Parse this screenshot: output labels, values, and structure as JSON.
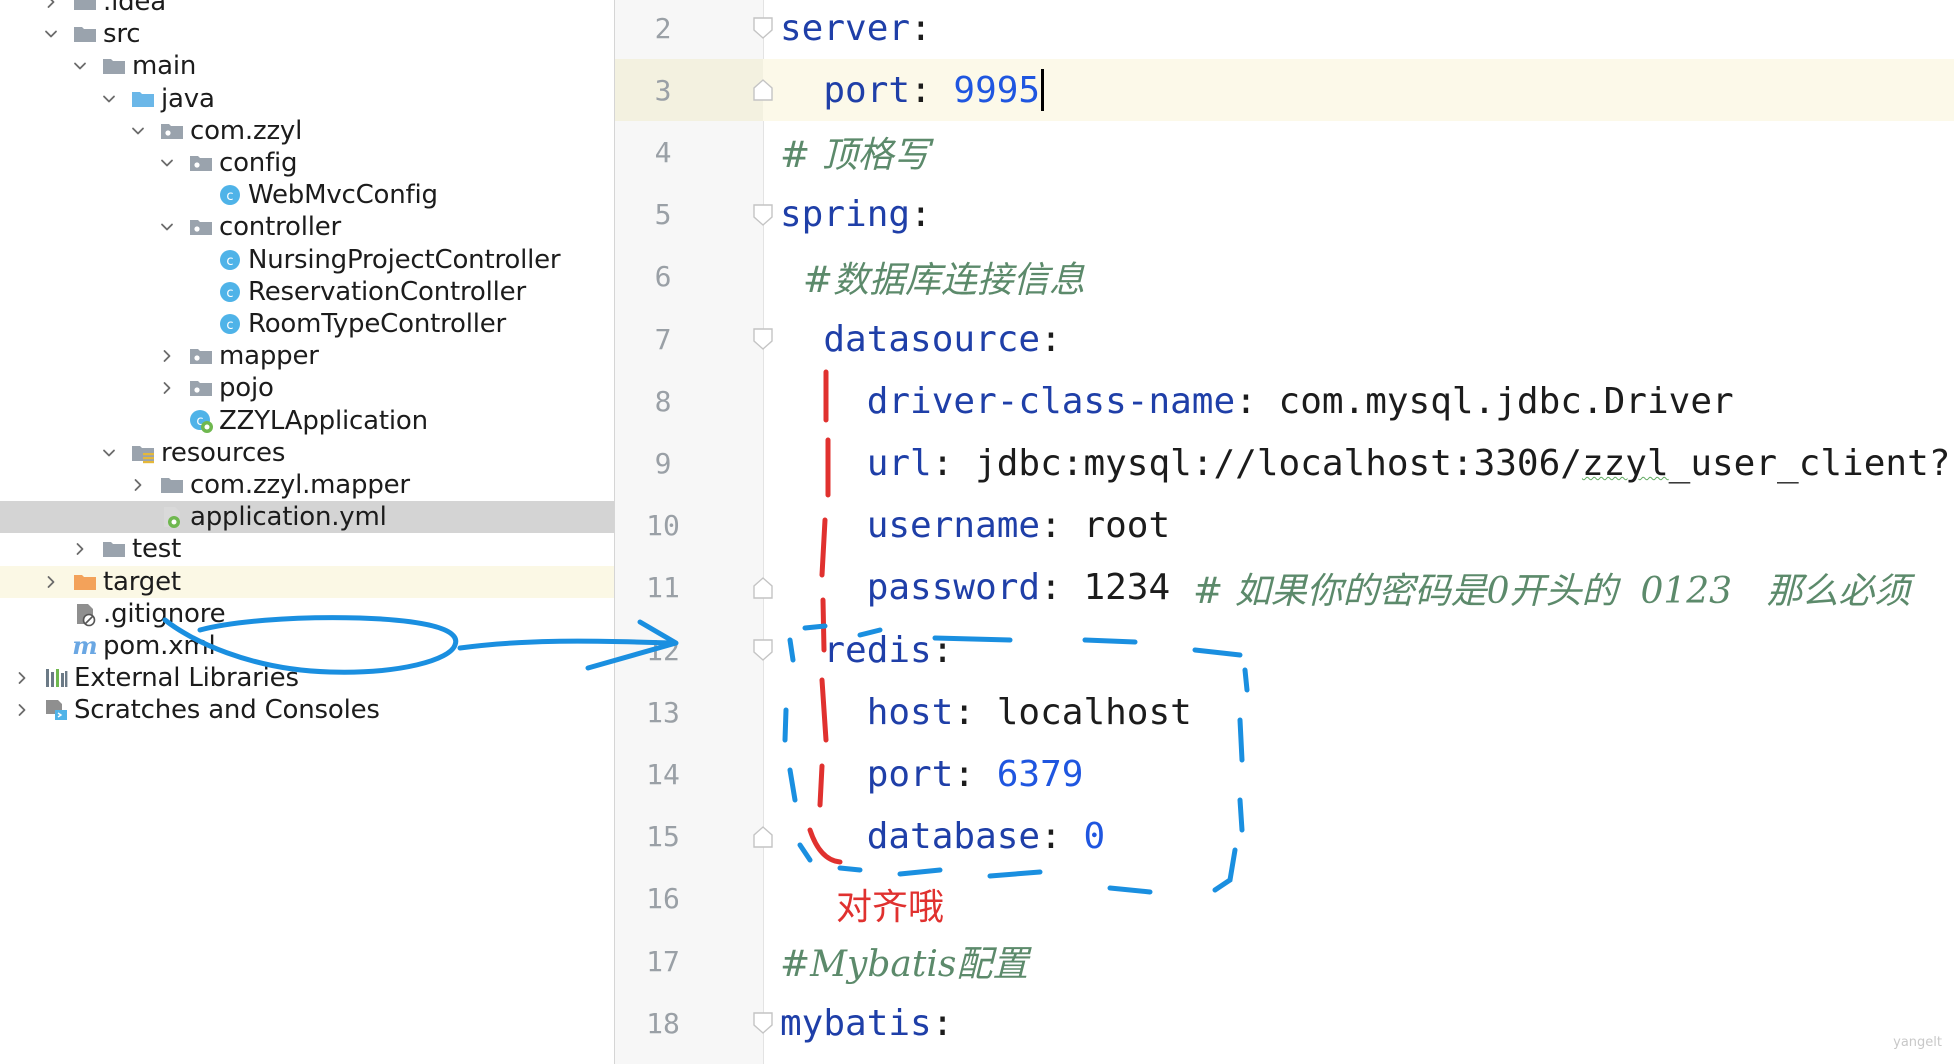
{
  "project_tree": {
    "items": [
      {
        "label": ".idea",
        "icon": "folder-icon",
        "chevron": "right"
      },
      {
        "label": "src",
        "icon": "folder-icon",
        "chevron": "down"
      },
      {
        "label": "main",
        "icon": "folder-icon",
        "chevron": "down"
      },
      {
        "label": "java",
        "icon": "source-folder-icon",
        "chevron": "down"
      },
      {
        "label": "com.zzyl",
        "icon": "package-icon",
        "chevron": "down"
      },
      {
        "label": "config",
        "icon": "package-icon",
        "chevron": "down"
      },
      {
        "label": "WebMvcConfig",
        "icon": "java-class-icon",
        "chevron": "none"
      },
      {
        "label": "controller",
        "icon": "package-icon",
        "chevron": "down"
      },
      {
        "label": "NursingProjectController",
        "icon": "java-class-icon",
        "chevron": "none"
      },
      {
        "label": "ReservationController",
        "icon": "java-class-icon",
        "chevron": "none"
      },
      {
        "label": "RoomTypeController",
        "icon": "java-class-icon",
        "chevron": "none"
      },
      {
        "label": "mapper",
        "icon": "package-icon",
        "chevron": "right"
      },
      {
        "label": "pojo",
        "icon": "package-icon",
        "chevron": "right"
      },
      {
        "label": "ZZYLApplication",
        "icon": "spring-boot-class-icon",
        "chevron": "none"
      },
      {
        "label": "resources",
        "icon": "resources-folder-icon",
        "chevron": "down"
      },
      {
        "label": "com.zzyl.mapper",
        "icon": "folder-icon",
        "chevron": "right"
      },
      {
        "label": "application.yml",
        "icon": "yaml-file-icon",
        "chevron": "none",
        "state": "selected"
      },
      {
        "label": "test",
        "icon": "folder-icon",
        "chevron": "right"
      },
      {
        "label": "target",
        "icon": "excluded-folder-icon",
        "chevron": "right",
        "state": "excluded"
      },
      {
        "label": ".gitignore",
        "icon": "gitignore-file-icon",
        "chevron": "none"
      },
      {
        "label": "pom.xml",
        "icon": "maven-icon",
        "chevron": "none"
      },
      {
        "label": "External Libraries",
        "icon": "libraries-icon",
        "chevron": "right"
      },
      {
        "label": "Scratches and Consoles",
        "icon": "scratches-icon",
        "chevron": "right"
      }
    ]
  },
  "editor": {
    "line_numbers": [
      "2",
      "3",
      "4",
      "5",
      "6",
      "7",
      "8",
      "9",
      "10",
      "11",
      "12",
      "13",
      "14",
      "15",
      "16",
      "17",
      "18"
    ],
    "lines": [
      [
        {
          "t": "server",
          "k": "key"
        },
        {
          "t": ":",
          "k": "punct"
        }
      ],
      [
        {
          "t": "  port",
          "k": "key"
        },
        {
          "t": ": ",
          "k": "punct"
        },
        {
          "t": "9995",
          "k": "num"
        },
        {
          "t": "",
          "k": "caret"
        }
      ],
      [
        {
          "t": "# 顶格写",
          "k": "comment"
        }
      ],
      [
        {
          "t": "spring",
          "k": "key"
        },
        {
          "t": ":",
          "k": "punct"
        }
      ],
      [
        {
          "t": "  #数据库连接信息",
          "k": "comment"
        }
      ],
      [
        {
          "t": "  datasource",
          "k": "key"
        },
        {
          "t": ":",
          "k": "punct"
        }
      ],
      [
        {
          "t": "    driver-class-name",
          "k": "key"
        },
        {
          "t": ": ",
          "k": "punct"
        },
        {
          "t": "com.mysql.jdbc.Driver",
          "k": "val"
        }
      ],
      [
        {
          "t": "    url",
          "k": "key"
        },
        {
          "t": ": ",
          "k": "punct"
        },
        {
          "t": "jdbc:mysql://localhost:3306/",
          "k": "val"
        },
        {
          "t": "zzyl",
          "k": "val_squiggle"
        },
        {
          "t": "_user_client?",
          "k": "val"
        }
      ],
      [
        {
          "t": "    username",
          "k": "key"
        },
        {
          "t": ": ",
          "k": "punct"
        },
        {
          "t": "root",
          "k": "val"
        }
      ],
      [
        {
          "t": "    password",
          "k": "key"
        },
        {
          "t": ": ",
          "k": "punct"
        },
        {
          "t": "1234",
          "k": "val"
        },
        {
          "t": "  # 如果你的密码是0开头的  0123   那么必须",
          "k": "comment"
        }
      ],
      [
        {
          "t": "  redis",
          "k": "key"
        },
        {
          "t": ":",
          "k": "punct"
        }
      ],
      [
        {
          "t": "    host",
          "k": "key"
        },
        {
          "t": ": ",
          "k": "punct"
        },
        {
          "t": "localhost",
          "k": "val"
        }
      ],
      [
        {
          "t": "    port",
          "k": "key"
        },
        {
          "t": ": ",
          "k": "punct"
        },
        {
          "t": "6379",
          "k": "num"
        }
      ],
      [
        {
          "t": "    database",
          "k": "key"
        },
        {
          "t": ": ",
          "k": "punct"
        },
        {
          "t": "0",
          "k": "num"
        }
      ],
      [],
      [
        {
          "t": "#Mybatis配置",
          "k": "comment"
        }
      ],
      [
        {
          "t": "mybatis",
          "k": "key"
        },
        {
          "t": ":",
          "k": "punct"
        }
      ]
    ],
    "fold_marks": {
      "2": "open",
      "3": "close",
      "5": "open",
      "7": "open",
      "11": "close",
      "12": "open",
      "15": "close",
      "18": "open"
    },
    "current_line": "3"
  },
  "annotation": {
    "label": "对齐哦",
    "colors": {
      "red": "#e0312f",
      "blue": "#1a8fe0"
    }
  },
  "watermark": "yangelt",
  "colors": {
    "key": "#1f3fa8",
    "number": "#1f56e0",
    "comment": "#5c8a6b",
    "selected_row": "#d4d4d4",
    "current_line": "#fcf9e9"
  }
}
